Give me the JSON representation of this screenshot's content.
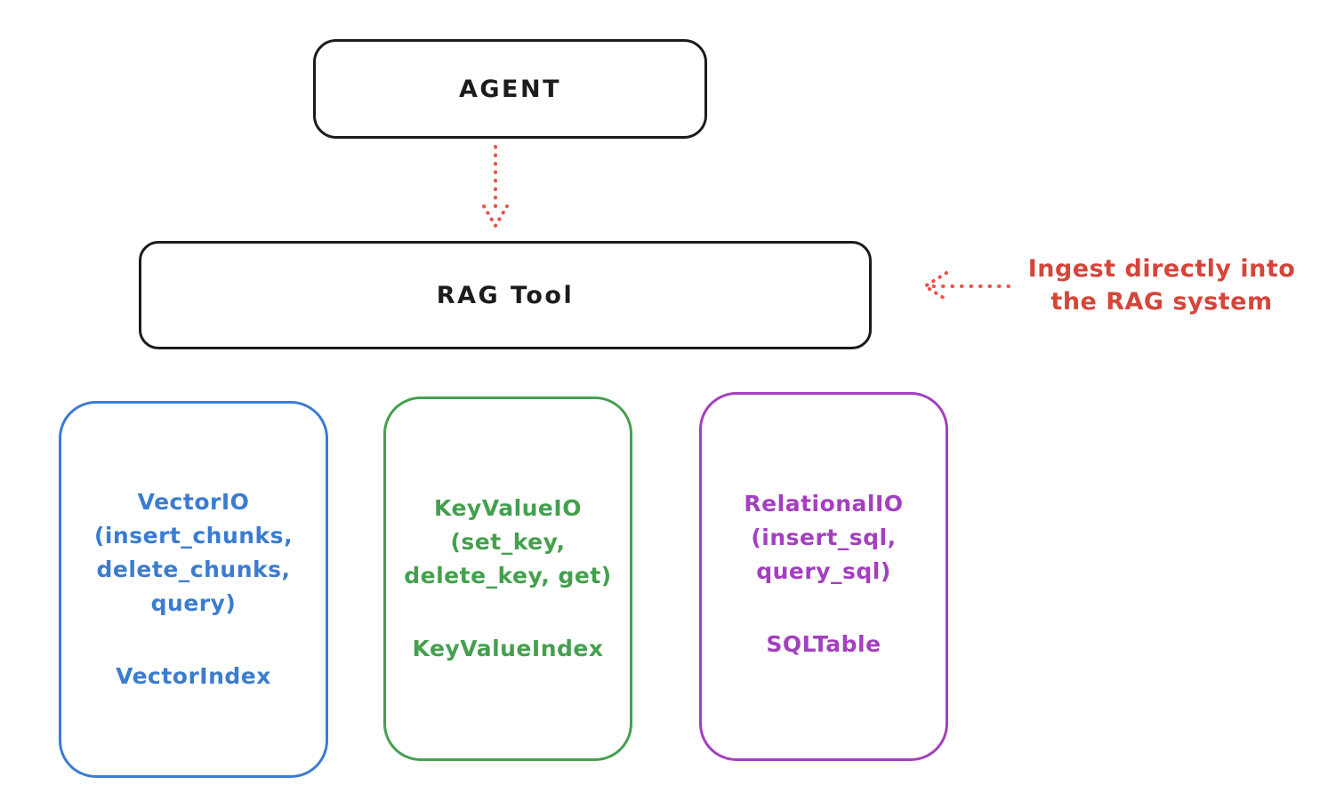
{
  "agent": {
    "label": "AGENT"
  },
  "rag_tool": {
    "label": "RAG Tool"
  },
  "annotation": {
    "line1": "Ingest directly into",
    "line2": "the RAG system"
  },
  "boxes": {
    "vector": {
      "lines": [
        "VectorIO",
        "(insert_chunks,",
        "delete_chunks,",
        "query)"
      ],
      "index": "VectorIndex",
      "color": "#3b7cd0"
    },
    "keyvalue": {
      "lines": [
        "KeyValueIO",
        "(set_key,",
        "delete_key, get)"
      ],
      "index": "KeyValueIndex",
      "color": "#44a04e"
    },
    "relational": {
      "lines": [
        "RelationalIO",
        "(insert_sql,",
        "query_sql)"
      ],
      "index": "SQLTable",
      "color": "#a43fc0"
    }
  },
  "colors": {
    "outline": "#1c1c1c",
    "arrow": "#e8554a",
    "annotation_text": "#d6453a"
  }
}
